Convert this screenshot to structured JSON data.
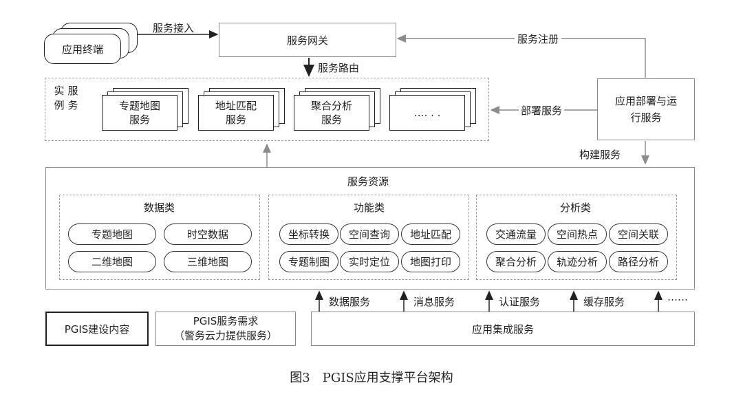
{
  "terminal": {
    "label": "应用终端"
  },
  "gateway": {
    "label": "服务网关"
  },
  "arrows": {
    "access": "服务接入",
    "register": "服务注册",
    "routing": "服务路由",
    "deploy": "部署服务",
    "build": "构建服务"
  },
  "deploy_box": {
    "label_line1": "应用部署与运",
    "label_line2": "行服务"
  },
  "instances": {
    "col1": "实例",
    "col2": "服务",
    "cards": [
      {
        "line1": "专题地图",
        "line2": "服务"
      },
      {
        "line1": "地址匹配",
        "line2": "服务"
      },
      {
        "line1": "聚合分析",
        "line2": "服务"
      },
      {
        "line1": "…. . .",
        "line2": ""
      }
    ]
  },
  "resources": {
    "title": "服务资源",
    "groups": [
      {
        "title": "数据类",
        "items": [
          "专题地图",
          "时空数据",
          "二维地图",
          "三维地图"
        ]
      },
      {
        "title": "功能类",
        "items": [
          "坐标转换",
          "空间查询",
          "地址匹配",
          "专题制图",
          "实时定位",
          "地图打印"
        ]
      },
      {
        "title": "分析类",
        "items": [
          "交通流量",
          "空间热点",
          "空间关联",
          "聚合分析",
          "轨迹分析",
          "路径分析"
        ]
      }
    ]
  },
  "integration": {
    "label": "应用集成服务",
    "services": [
      "数据服务",
      "消息服务",
      "认证服务",
      "缓存服务",
      "……"
    ]
  },
  "legend": {
    "pgis_build": "PGIS建设内容",
    "pgis_need_line1": "PGIS服务需求",
    "pgis_need_line2": "（警务云力提供服务）"
  },
  "caption": "图3　PGIS应用支撑平台架构",
  "colors": {
    "line": "#8c8c8c",
    "dark": "#222222",
    "dash": "#9a9a9a"
  }
}
